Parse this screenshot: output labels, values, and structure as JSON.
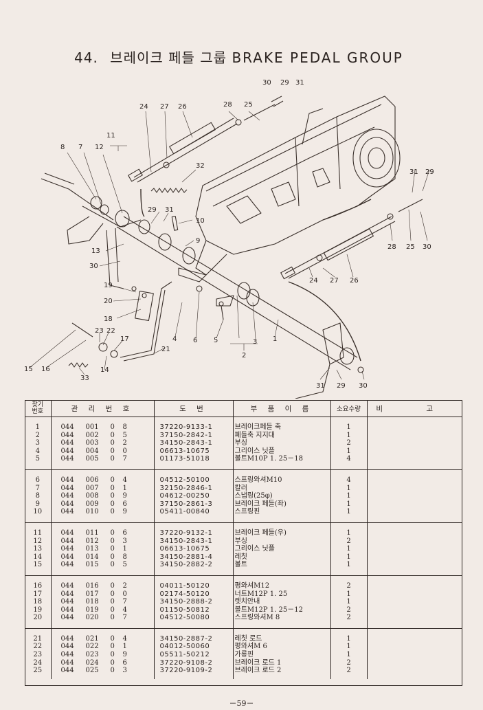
{
  "header": {
    "number": "44.",
    "title_ko": "브레이크 페들 그룹",
    "title_en": "BRAKE PEDAL GROUP"
  },
  "callouts": [
    "1",
    "2",
    "3",
    "4",
    "5",
    "6",
    "7",
    "8",
    "9",
    "10",
    "11",
    "12",
    "13",
    "14",
    "15",
    "16",
    "17",
    "18",
    "19",
    "20",
    "21",
    "22",
    "23",
    "24",
    "25",
    "26",
    "27",
    "28",
    "29",
    "30",
    "31",
    "32",
    "33"
  ],
  "table": {
    "headers": {
      "ref": "찾기\n번호",
      "mgmt": "관 리 번 호",
      "drawing": "도 번",
      "name": "부 품 이 름",
      "qty": "소요수량",
      "remarks": "비 고"
    },
    "groups": [
      [
        {
          "ref": "1",
          "m": [
            "044",
            "001",
            "0",
            "8"
          ],
          "code": "37220-9133-1",
          "name": "브레이크페들 축",
          "qty": "1"
        },
        {
          "ref": "2",
          "m": [
            "044",
            "002",
            "0",
            "5"
          ],
          "code": "37150-2842-1",
          "name": "페들축 지지대",
          "qty": "1"
        },
        {
          "ref": "3",
          "m": [
            "044",
            "003",
            "0",
            "2"
          ],
          "code": "34150-2843-1",
          "name": "부싱",
          "qty": "2"
        },
        {
          "ref": "4",
          "m": [
            "044",
            "004",
            "0",
            "0"
          ],
          "code": "06613-10675",
          "name": "그리이스 닛플",
          "qty": "1"
        },
        {
          "ref": "5",
          "m": [
            "044",
            "005",
            "0",
            "7"
          ],
          "code": "01173-51018",
          "name": "볼트M10P 1. 25－18",
          "qty": "4"
        }
      ],
      [
        {
          "ref": "6",
          "m": [
            "044",
            "006",
            "0",
            "4"
          ],
          "code": "04512-50100",
          "name": "스프링와셔M10",
          "qty": "4"
        },
        {
          "ref": "7",
          "m": [
            "044",
            "007",
            "0",
            "1"
          ],
          "code": "32150-2846-1",
          "name": "칼러",
          "qty": "1"
        },
        {
          "ref": "8",
          "m": [
            "044",
            "008",
            "0",
            "9"
          ],
          "code": "04612-00250",
          "name": "스냅링(25φ)",
          "qty": "1"
        },
        {
          "ref": "9",
          "m": [
            "044",
            "009",
            "0",
            "6"
          ],
          "code": "37150-2861-3",
          "name": "브레이크 페들(좌)",
          "qty": "1"
        },
        {
          "ref": "10",
          "m": [
            "044",
            "010",
            "0",
            "9"
          ],
          "code": "05411-00840",
          "name": "스프링핀",
          "qty": "1"
        }
      ],
      [
        {
          "ref": "11",
          "m": [
            "044",
            "011",
            "0",
            "6"
          ],
          "code": "37220-9132-1",
          "name": "브레이크 페들(우)",
          "qty": "1"
        },
        {
          "ref": "12",
          "m": [
            "044",
            "012",
            "0",
            "3"
          ],
          "code": "34150-2843-1",
          "name": "부싱",
          "qty": "2"
        },
        {
          "ref": "13",
          "m": [
            "044",
            "013",
            "0",
            "1"
          ],
          "code": "06613-10675",
          "name": "그리이스 닛플",
          "qty": "1"
        },
        {
          "ref": "14",
          "m": [
            "044",
            "014",
            "0",
            "8"
          ],
          "code": "34150-2881-4",
          "name": "레칫",
          "qty": "1"
        },
        {
          "ref": "15",
          "m": [
            "044",
            "015",
            "0",
            "5"
          ],
          "code": "34150-2882-2",
          "name": "볼트",
          "qty": "1"
        }
      ],
      [
        {
          "ref": "16",
          "m": [
            "044",
            "016",
            "0",
            "2"
          ],
          "code": "04011-50120",
          "name": "평와셔M12",
          "qty": "2"
        },
        {
          "ref": "17",
          "m": [
            "044",
            "017",
            "0",
            "0"
          ],
          "code": "02174-50120",
          "name": "너트M12P 1. 25",
          "qty": "1"
        },
        {
          "ref": "18",
          "m": [
            "044",
            "018",
            "0",
            "7"
          ],
          "code": "34150-2888-2",
          "name": "렛치안내",
          "qty": "1"
        },
        {
          "ref": "19",
          "m": [
            "044",
            "019",
            "0",
            "4"
          ],
          "code": "01150-50812",
          "name": "볼트M12P 1. 25－12",
          "qty": "2"
        },
        {
          "ref": "20",
          "m": [
            "044",
            "020",
            "0",
            "7"
          ],
          "code": "04512-50080",
          "name": "스프링와셔M 8",
          "qty": "2"
        }
      ],
      [
        {
          "ref": "21",
          "m": [
            "044",
            "021",
            "0",
            "4"
          ],
          "code": "34150-2887-2",
          "name": "레칫 로드",
          "qty": "1"
        },
        {
          "ref": "22",
          "m": [
            "044",
            "022",
            "0",
            "1"
          ],
          "code": "04012-50060",
          "name": "평와셔M 6",
          "qty": "1"
        },
        {
          "ref": "23",
          "m": [
            "044",
            "023",
            "0",
            "9"
          ],
          "code": "05511-50212",
          "name": "가룡핀",
          "qty": "1"
        },
        {
          "ref": "24",
          "m": [
            "044",
            "024",
            "0",
            "6"
          ],
          "code": "37220-9108-2",
          "name": "브레이크 로드 1",
          "qty": "2"
        },
        {
          "ref": "25",
          "m": [
            "044",
            "025",
            "0",
            "3"
          ],
          "code": "37220-9109-2",
          "name": "브레이크 로드 2",
          "qty": "2"
        }
      ]
    ]
  },
  "footer": {
    "page": "－59－"
  }
}
